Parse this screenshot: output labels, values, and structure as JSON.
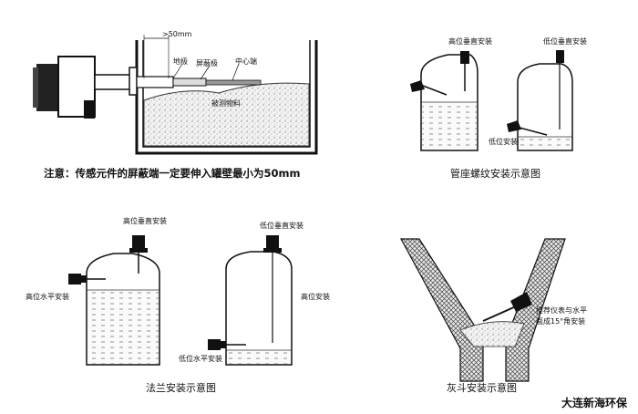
{
  "panel_side_mount": {
    "dim_label": ">50mm",
    "ground_pole": "地极",
    "shield_pole": "屏蔽极",
    "center_pole": "中心端",
    "material": "被测物料",
    "note": "注意：传感元件的屏蔽端一定要伸入罐壁最小为50mm"
  },
  "panel_pipe_thread": {
    "high_vertical": "高位垂直安装",
    "low_vertical": "低位垂直安装",
    "low_label": "低位安装",
    "caption": "管座螺纹安装示意图"
  },
  "panel_flange": {
    "high_vertical": "高位垂直安装",
    "high_horizontal": "高位水平安装",
    "low_vertical": "低位垂直安装",
    "high_label": "高位安装",
    "low_horizontal": "低位水平安装",
    "caption": "法兰安装示意图"
  },
  "panel_hopper": {
    "recommend_line1": "推荐仪表与水平",
    "recommend_line2": "面成15°角安装",
    "caption": "灰斗安装示意图"
  },
  "brand": "大连新海环保"
}
